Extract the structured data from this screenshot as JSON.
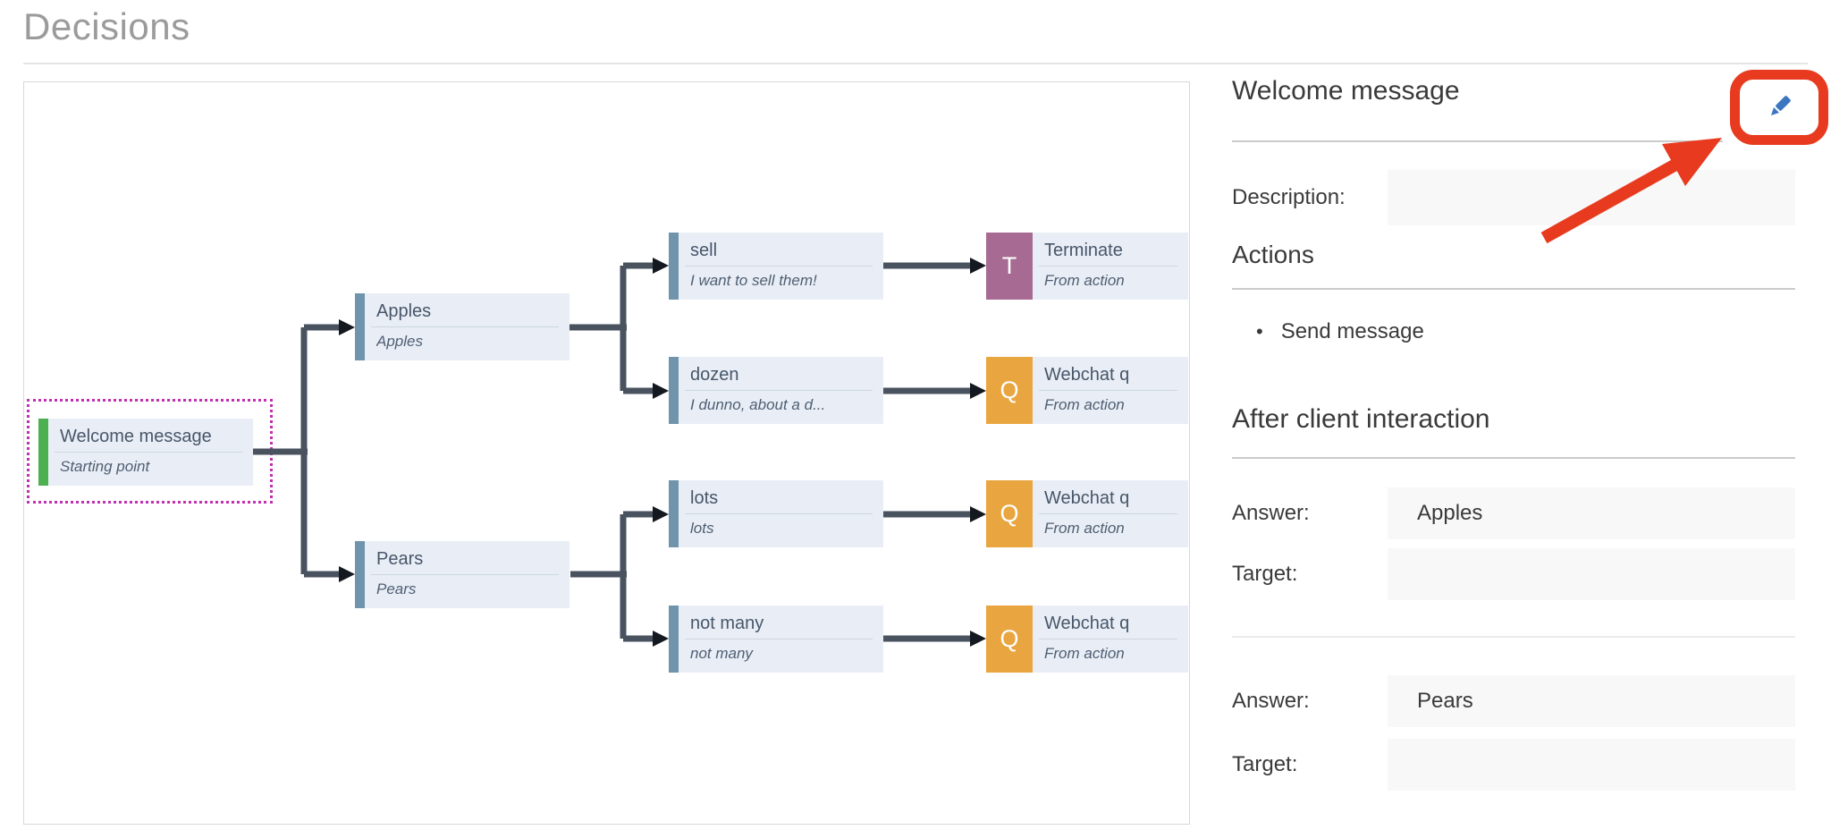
{
  "page": {
    "title": "Decisions"
  },
  "tree": {
    "nodes": [
      {
        "title": "Welcome message",
        "subtitle": "Starting point",
        "type": "start",
        "selected": true
      },
      {
        "title": "Apples",
        "subtitle": "Apples",
        "type": "answer"
      },
      {
        "title": "Pears",
        "subtitle": "Pears",
        "type": "answer"
      },
      {
        "title": "sell",
        "subtitle": "I want to sell them!",
        "type": "answer"
      },
      {
        "title": "dozen",
        "subtitle": "I dunno, about a d...",
        "type": "answer"
      },
      {
        "title": "lots",
        "subtitle": "lots",
        "type": "answer"
      },
      {
        "title": "not many",
        "subtitle": "not many",
        "type": "answer"
      },
      {
        "title": "Terminate",
        "subtitle": "From action",
        "badge": "T",
        "type": "terminate"
      },
      {
        "title": "Webchat q",
        "subtitle": "From action",
        "badge": "Q",
        "type": "question"
      },
      {
        "title": "Webchat q",
        "subtitle": "From action",
        "badge": "Q",
        "type": "question"
      },
      {
        "title": "Webchat q",
        "subtitle": "From action",
        "badge": "Q",
        "type": "question"
      }
    ]
  },
  "panel": {
    "title": "Welcome message",
    "edit_icon": "pencil-icon",
    "description_label": "Description:",
    "description_value": "",
    "actions_heading": "Actions",
    "actions": [
      "Send message"
    ],
    "after_heading": "After client interaction",
    "rows": [
      {
        "answer_label": "Answer:",
        "answer_value": "Apples",
        "target_label": "Target:",
        "target_value": ""
      },
      {
        "answer_label": "Answer:",
        "answer_value": "Pears",
        "target_label": "Target:",
        "target_value": ""
      }
    ]
  },
  "annotations": {
    "highlight": "red rounded circle around edit button",
    "arrow": "red arrow pointing to edit button"
  },
  "colors": {
    "node_body": "#e9eef6",
    "node_bar_blue": "#6f94ab",
    "node_bar_green": "#4caf50",
    "badge_terminate": "#a76a92",
    "badge_question": "#e9a640",
    "connector": "#49525f",
    "selection_dotted": "#c030b0",
    "annotation_red": "#e83a1e",
    "pencil_blue": "#3c76c1",
    "field_bg": "#f8f8f8",
    "heading_gray": "#9b9b9b"
  }
}
